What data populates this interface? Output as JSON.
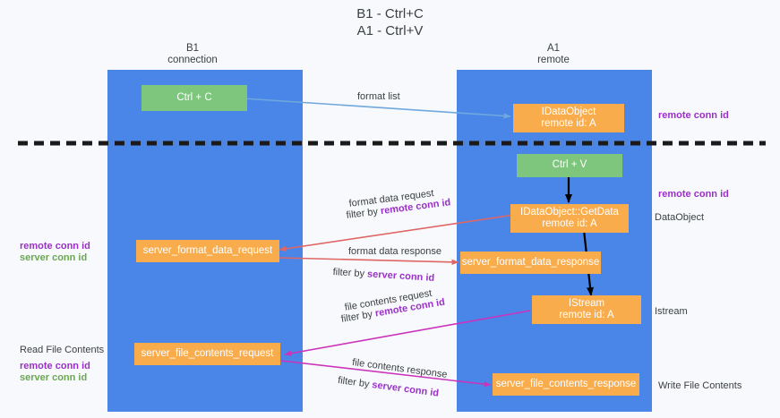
{
  "title": {
    "line1": "B1 - Ctrl+C",
    "line2": "A1 - Ctrl+V"
  },
  "columns": [
    {
      "name": "B1",
      "sub": "connection"
    },
    {
      "name": "A1",
      "sub": "remote"
    }
  ],
  "boxes": {
    "ctrl_c": {
      "label": "Ctrl + C"
    },
    "ctrl_v": {
      "label": "Ctrl + V"
    },
    "idataobject_remote": {
      "line1": "IDataObject",
      "line2": "remote id: A"
    },
    "idataobject_getdata": {
      "line1": "IDataObject::GetData",
      "line2": "remote id: A"
    },
    "istream": {
      "line1": "IStream",
      "line2": "remote id: A"
    },
    "server_format_data_request": {
      "label": "server_format_data_request"
    },
    "server_format_data_response": {
      "label": "server_format_data_response"
    },
    "server_file_contents_request": {
      "label": "server_file_contents_request"
    },
    "server_file_contents_response": {
      "label": "server_file_contents_response"
    }
  },
  "edge_labels": {
    "format_list": "format list",
    "format_data_request": "format data request",
    "format_data_request_filter_prefix": "filter by ",
    "format_data_request_filter_key": "remote conn id",
    "format_data_response": "format data response",
    "format_data_response_filter_prefix": "filter by ",
    "format_data_response_filter_key": "server conn id",
    "file_contents_request": "file contents request",
    "file_contents_request_filter_prefix": "filter by ",
    "file_contents_request_filter_key": "remote conn id",
    "file_contents_response": "file contents response",
    "file_contents_response_filter_prefix": "filter by ",
    "file_contents_response_filter_key": "server conn id"
  },
  "left_annotations": {
    "remote_conn_id": "remote conn id",
    "server_conn_id": "server conn id",
    "read_file_contents": "Read File Contents",
    "remote_conn_id_2": "remote conn id",
    "server_conn_id_2": "server conn id"
  },
  "right_annotations": {
    "remote_conn_id_top": "remote conn id",
    "remote_conn_id_mid": "remote conn id",
    "dataobject": "DataObject",
    "istream": "Istream",
    "write_file_contents": "Write File Contents"
  },
  "colors": {
    "lane": "#4a86e8",
    "green_box": "#7ec67e",
    "orange_box": "#f9ac4b",
    "purple_text": "#9b30c9",
    "green_text": "#6aa84f",
    "arrow_blue": "#6fa8dc",
    "arrow_red": "#e06666",
    "arrow_magenta": "#cc33bb",
    "arrow_black": "#000000",
    "background": "#f7f9fc"
  }
}
